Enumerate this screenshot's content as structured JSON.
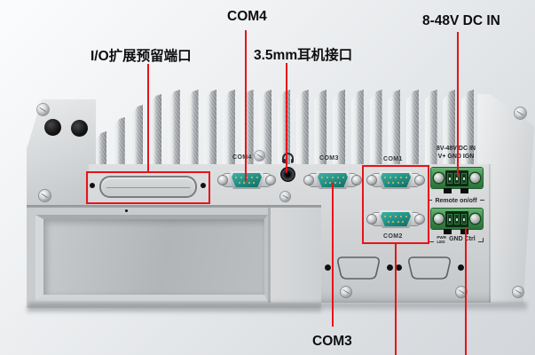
{
  "annotations": {
    "io_expansion": {
      "label": "I/O扩展预留端口"
    },
    "com4": {
      "label": "COM4"
    },
    "audio": {
      "label": "3.5mm耳机接口"
    },
    "dc_in": {
      "label": "8-48V DC IN"
    },
    "com3": {
      "label": "COM3"
    }
  },
  "device": {
    "port_labels": {
      "com4": "COM4",
      "com3": "COM3",
      "com1": "COM1",
      "com2": "COM2"
    },
    "dc_terminal": {
      "line1": "8V-48V DC IN",
      "line2": "V+ GND IGN"
    },
    "remote_terminal": {
      "title": "Remote on/off",
      "pwr": "PWR",
      "led": "LED",
      "gnd": "GND Ctrl"
    }
  },
  "colors": {
    "accent_red": "#e8121a",
    "port_teal": "#1d8a7f",
    "terminal_green": "#3f9150"
  }
}
